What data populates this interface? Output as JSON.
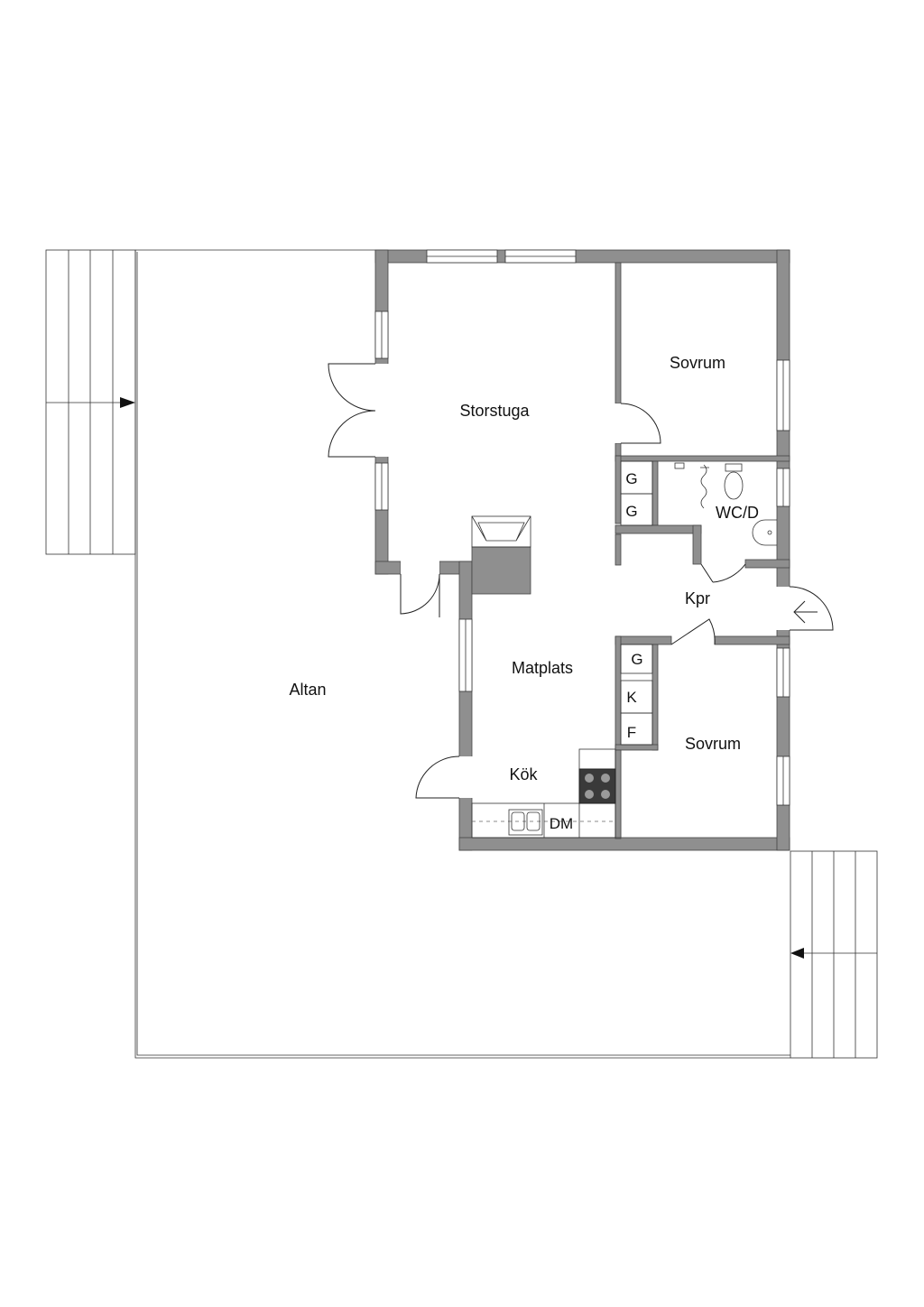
{
  "rooms": {
    "storstuga": "Storstuga",
    "sovrum_top": "Sovrum",
    "wc": "WC/D",
    "kpr": "Kpr",
    "matplats": "Matplats",
    "kok": "Kök",
    "sovrum_bottom": "Sovrum",
    "altan": "Altan"
  },
  "fixtures": {
    "g1": "G",
    "g2": "G",
    "g3": "G",
    "k": "K",
    "f": "F",
    "dm": "DM"
  },
  "icons": {
    "entrance": "arrow-left-icon",
    "stairs": "arrow-right-icon"
  }
}
